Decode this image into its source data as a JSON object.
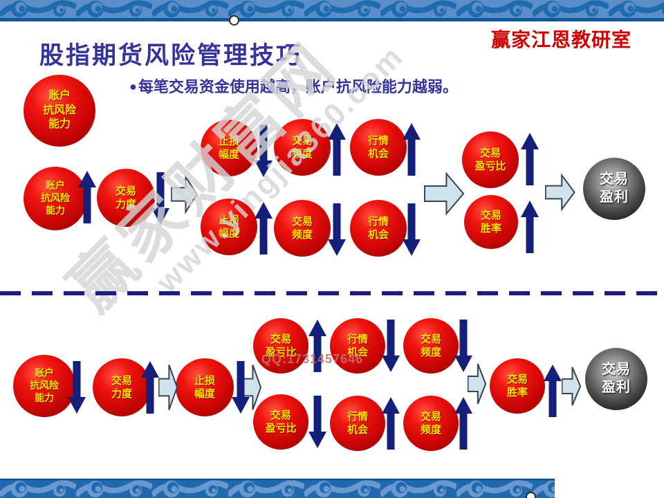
{
  "slide": {
    "brand": "赢家江恩教研室",
    "title": "股指期货风险管理技巧",
    "bullet": {
      "marker": "●",
      "text": "每笔交易资金使用越高，账户抗风险能力越弱。"
    }
  },
  "watermark": {
    "site_name": "赢家财富网",
    "site_url": "www.yingjia360.com",
    "qq": "QQ:1731457646"
  },
  "diagram_top": {
    "nodes": [
      {
        "id": "account-risk-capacity-header",
        "label": "账户\n抗风险\n能力",
        "trend": null
      },
      {
        "id": "account-risk-capacity",
        "label": "账户\n抗风险\n能力",
        "trend": "up"
      },
      {
        "id": "trade-intensity",
        "label": "交易\n力度",
        "trend": "down"
      },
      {
        "id": "stop-loss-range-row1",
        "label": "止损\n幅度",
        "trend": "down"
      },
      {
        "id": "trade-frequency-row1",
        "label": "交易\n频度",
        "trend": "up"
      },
      {
        "id": "market-opportunity-row1",
        "label": "行情\n机会",
        "trend": "up"
      },
      {
        "id": "stop-loss-range-row2",
        "label": "止损\n幅度",
        "trend": "up"
      },
      {
        "id": "trade-frequency-row2",
        "label": "交易\n频度",
        "trend": "down"
      },
      {
        "id": "market-opportunity-row2",
        "label": "行情\n机会",
        "trend": "down"
      },
      {
        "id": "profit-loss-ratio",
        "label": "交易\n盈亏比",
        "trend": "up"
      },
      {
        "id": "win-rate",
        "label": "交易\n胜率",
        "trend": "up"
      },
      {
        "id": "trade-profit",
        "label": "交易\n盈利",
        "trend": null
      }
    ]
  },
  "diagram_bottom": {
    "nodes": [
      {
        "id": "account-risk-capacity",
        "label": "账户\n抗风险\n能力",
        "trend": "down"
      },
      {
        "id": "trade-intensity",
        "label": "交易\n力度",
        "trend": "up"
      },
      {
        "id": "stop-loss-range",
        "label": "止损\n幅度",
        "trend": "down"
      },
      {
        "id": "profit-loss-ratio-row1",
        "label": "交易\n盈亏比",
        "trend": "up"
      },
      {
        "id": "market-opportunity-row1",
        "label": "行情\n机会",
        "trend": "down"
      },
      {
        "id": "trade-frequency-row1",
        "label": "交易\n频度",
        "trend": "down"
      },
      {
        "id": "profit-loss-ratio-row2",
        "label": "交易\n盈亏比",
        "trend": "down"
      },
      {
        "id": "market-opportunity-row2",
        "label": "行情\n机会",
        "trend": "up"
      },
      {
        "id": "trade-frequency-row2",
        "label": "交易\n频度",
        "trend": "up"
      },
      {
        "id": "win-rate",
        "label": "交易\n胜率",
        "trend": "up"
      },
      {
        "id": "trade-profit",
        "label": "交易\n盈利",
        "trend": null
      }
    ]
  },
  "colors": {
    "accent_navy": "#14207a",
    "node_red": "#e01010",
    "node_text_yellow": "#ffe400",
    "result_black": "#0a0a0a",
    "title_blue": "#333399",
    "brand_red": "#cc0000",
    "band_blue_light": "#5b8dc9",
    "band_blue_dark": "#1f6bb0",
    "right_arrow_fill": "#cfe3ec"
  }
}
